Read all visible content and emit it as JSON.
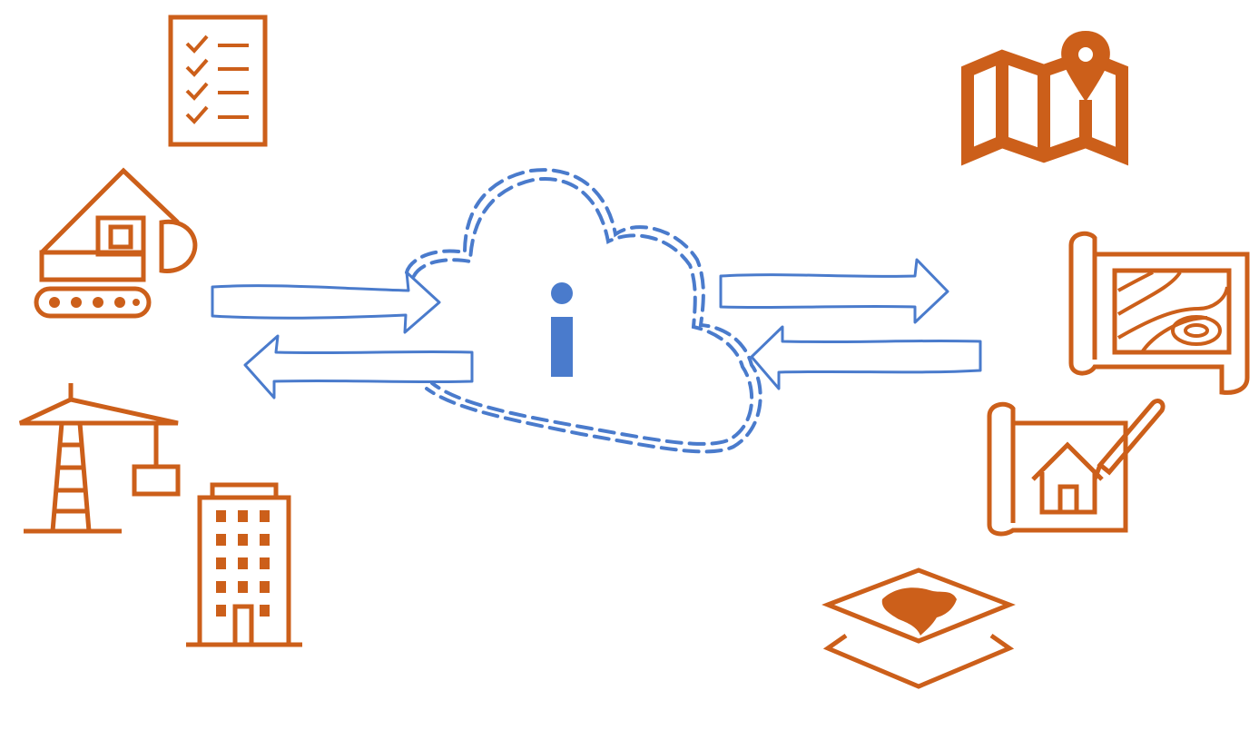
{
  "colors": {
    "icon": "#CC5F1A",
    "flow": "#4A7BCC",
    "background": "#FFFFFF"
  },
  "hub": {
    "icon": "information-icon",
    "glyph": "i"
  },
  "left_sources": [
    {
      "icon": "checklist-icon"
    },
    {
      "icon": "excavator-icon"
    },
    {
      "icon": "tower-crane-icon"
    },
    {
      "icon": "office-building-icon"
    }
  ],
  "right_targets": [
    {
      "icon": "map-pin-icon"
    },
    {
      "icon": "topographic-map-icon"
    },
    {
      "icon": "house-blueprint-icon"
    },
    {
      "icon": "map-layers-icon"
    }
  ],
  "arrows": [
    {
      "name": "left-to-cloud-arrow",
      "direction": "right"
    },
    {
      "name": "cloud-to-left-arrow",
      "direction": "left"
    },
    {
      "name": "cloud-to-right-arrow",
      "direction": "right"
    },
    {
      "name": "right-to-cloud-arrow",
      "direction": "left"
    }
  ]
}
